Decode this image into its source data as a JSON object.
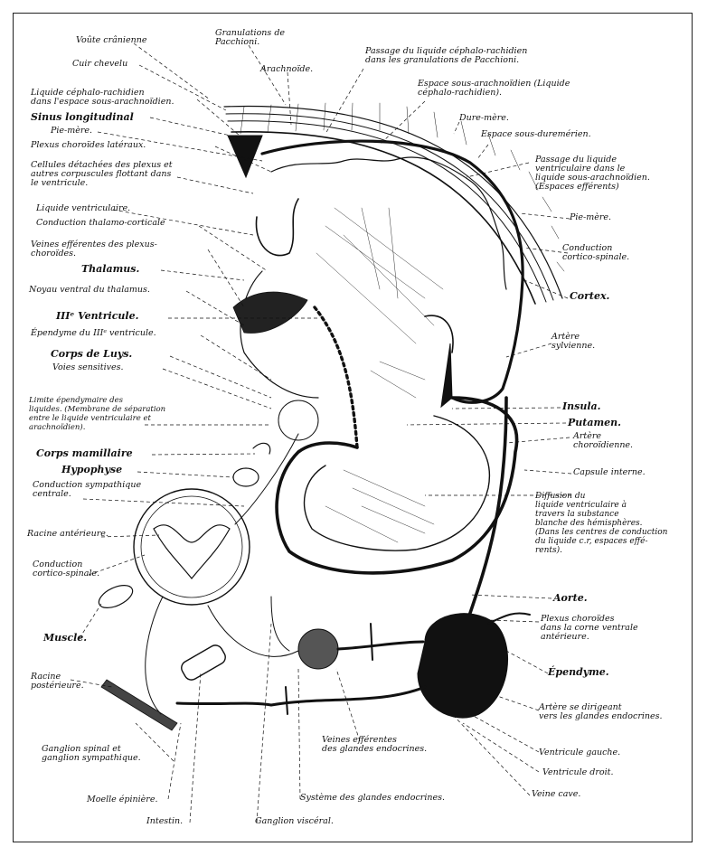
{
  "labels": {
    "voute_cranienne": "Voûte crânienne",
    "granulations": "Granulations de\nPacchioni.",
    "cuir_chevelu": "Cuir chevelu",
    "arachnoide": "Arachnoïde.",
    "passage_lcr": "Passage du liquide céphalo-rachidien\ndans les granulations de Pacchioni.",
    "lcr_espace": "Liquide céphalo-rachidien\ndans l'espace sous-arachnoïdien.",
    "espace_sous_arach": "Espace sous-arachnoïdien (Liquide\ncéphalo-rachidien).",
    "sinus_longitudinal": "Sinus longitudinal",
    "dure_mere": "Dure-mère.",
    "pie_mere_left": "Pie-mère.",
    "espace_sous_dur": "Espace sous-duremérien.",
    "plexus_lateraux": "Plexus choroïdes latéraux.",
    "passage_ventriculaire": "Passage du liquide\nventriculaire dans le\nliquide sous-arachnoïdien.\n(Espaces efférents)",
    "cellules_detachees": "Cellules détachées des plexus et\nautres corpuscules flottant dans\nle ventricule.",
    "liquide_ventriculaire": "Liquide ventriculaire.",
    "pie_mere_right": "Pie-mère.",
    "conduction_thalamo": "Conduction thalamo-corticale",
    "conduction_cortico_spinale_r": "Conduction\ncortico-spinale.",
    "veines_efferentes_plexus": "Veines efférentes des plexus-\nchoroïdes.",
    "thalamus": "Thalamus.",
    "cortex": "Cortex.",
    "noyau_ventral": "Noyau ventral du thalamus.",
    "iii_ventricule": "IIIᵉ Ventricule.",
    "artere_sylvienne": "Artère\nsylvienne.",
    "ependyme_iii": "Épendyme du IIIᵉ ventricule.",
    "corps_luys": "Corps de Luys.",
    "voies_sensitives": "Voies sensitives.",
    "limite_ependymaire": "Limite épendymaire des\nliquides. (Membrane de séparation\nentre le liquide ventriculaire et\narachnoïdien).",
    "insula": "Insula.",
    "putamen": "Putamen.",
    "artere_choroidienne": "Artère\nchoroïdienne.",
    "corps_mamillaire": "Corps mamillaire",
    "hypophyse": "Hypophyse",
    "capsule_interne": "Capsule interne.",
    "conduction_sympathique": "Conduction sympathique\ncentrale.",
    "diffusion": "Diffusion du\nliquide ventriculaire à\ntravers la substance\nblanche des hémisphères.\n(Dans les centres de conduction\ndu liquide c.r, espaces effé-\nrents).",
    "racine_anterieure": "Racine antérieure.",
    "conduction_cortico_spinale_l": "Conduction\ncortico-spinale.",
    "aorte": "Aorte.",
    "plexus_choroides_corne": "Plexus choroïdes\ndans la corne ventrale\nantérieure.",
    "muscle": "Muscle.",
    "ependyme": "Épendyme.",
    "racine_posterieure": "Racine\npostérieure.",
    "artere_glandes": "Artère se dirigeant\nvers les glandes endocrines.",
    "veines_efferentes_glandes": "Veines efférentes\ndes glandes endocrines.",
    "ganglion_spinal": "Ganglion spinal et\nganglion sympathique.",
    "ventricule_gauche": "Ventricule gauche.",
    "ventricule_droit": "Ventricule droit.",
    "moelle": "Moelle épinière.",
    "systeme_glandes": "Système des glandes endocrines.",
    "veine_cave": "Veine cave.",
    "intestin": "Intestin.",
    "ganglion_visceral": "Ganglion viscéral."
  }
}
